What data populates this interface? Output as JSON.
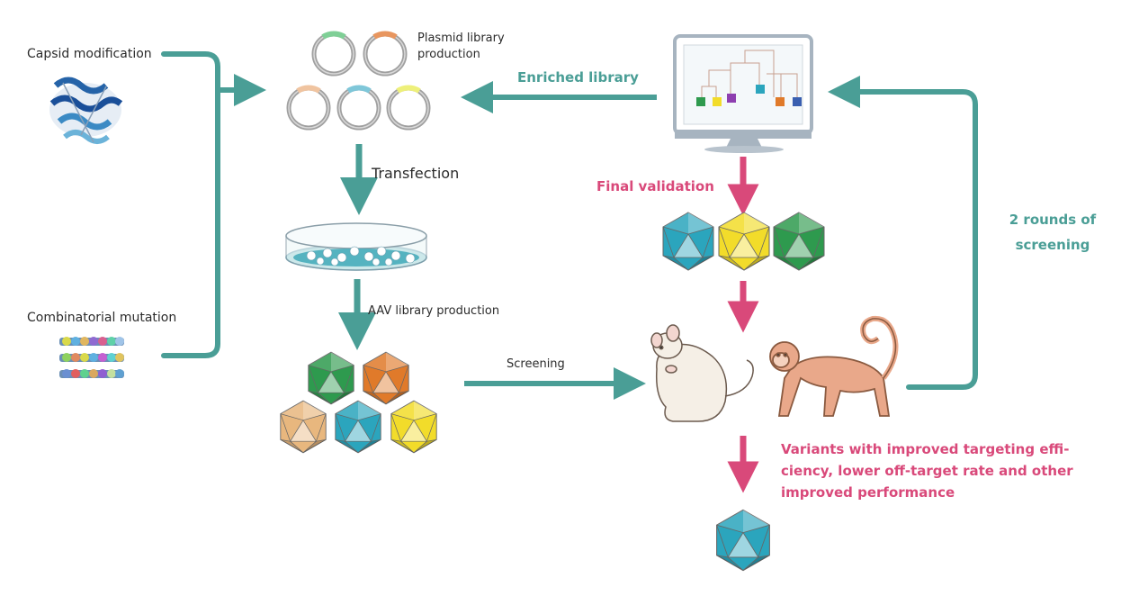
{
  "labels": {
    "capsid_modification": "Capsid modification",
    "combinatorial_mutation": "Combinatorial mutation",
    "plasmid_library_production": "Plasmid library production",
    "transfection": "Transfection",
    "aav_library_production": "AAV library production",
    "screening": "Screening",
    "enriched_library": "Enriched library",
    "final_validation": "Final validation",
    "rounds_of_screening": "2 rounds of screening",
    "variants_outcome": "Variants with improved targeting effi-ciency, lower off-target rate and other improved performance"
  },
  "colors": {
    "teal_arrow": "#4a9e96",
    "pink_arrow": "#d9497a",
    "capsid_green": "#2e9a4e",
    "capsid_orange": "#e07a2a",
    "capsid_tan": "#e8b77e",
    "capsid_blue": "#2ba5bd",
    "capsid_yellow": "#f2dc2a"
  },
  "icons": [
    "protein-structure-icon",
    "mutation-beads-icon",
    "plasmid-ring-icon",
    "petri-dish-icon",
    "aav-capsid-icon",
    "computer-monitor-icon",
    "mouse-icon",
    "monkey-icon"
  ]
}
